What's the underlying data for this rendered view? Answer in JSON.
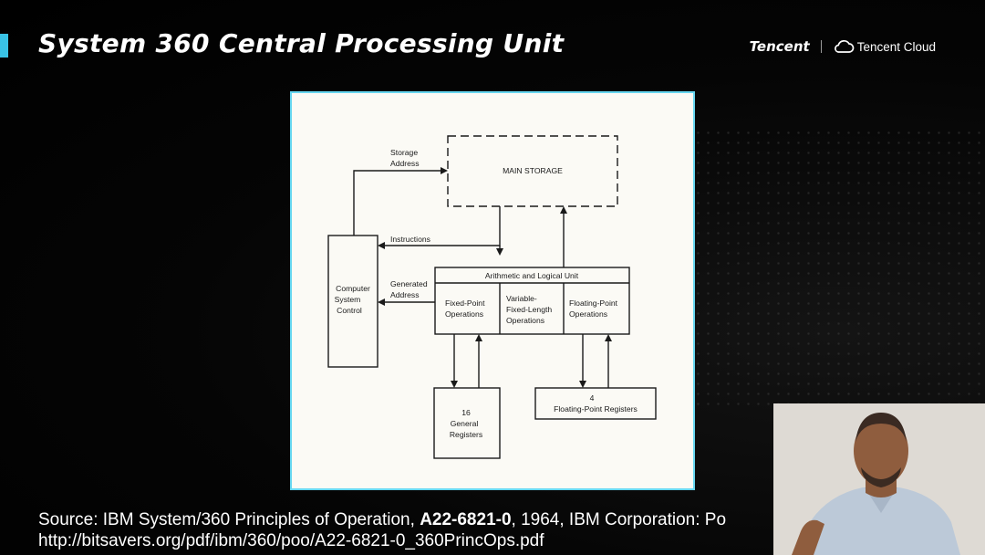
{
  "slide": {
    "title": "System 360 Central Processing Unit",
    "brand": {
      "tencent": "Tencent",
      "cloud_label": "Tencent Cloud"
    },
    "accent_color": "#39c3e6"
  },
  "diagram": {
    "main_storage": "MAIN STORAGE",
    "storage_address": [
      "Storage",
      "Address"
    ],
    "instructions": "Instructions",
    "generated_address": [
      "Generated",
      "Address"
    ],
    "computer_system_control": [
      "Computer",
      "System",
      "Control"
    ],
    "alu": "Arithmetic and Logical Unit",
    "fixed_point_ops": [
      "Fixed-Point",
      "Operations"
    ],
    "variable_length_ops": [
      "Variable-",
      "Fixed-Length",
      "Operations"
    ],
    "floating_point_ops": [
      "Floating-Point",
      "Operations"
    ],
    "general_registers": [
      "16",
      "General",
      "Registers"
    ],
    "floating_point_registers": [
      "4",
      "Floating-Point Registers"
    ]
  },
  "source": {
    "prefix": "Source: IBM System/360 Principles of Operation, ",
    "doc_id": "A22-6821-0",
    "suffix": ", 1964, IBM Corporation: Po",
    "url": "http://bitsavers.org/pdf/ibm/360/poo/A22-6821-0_360PrincOps.pdf"
  }
}
